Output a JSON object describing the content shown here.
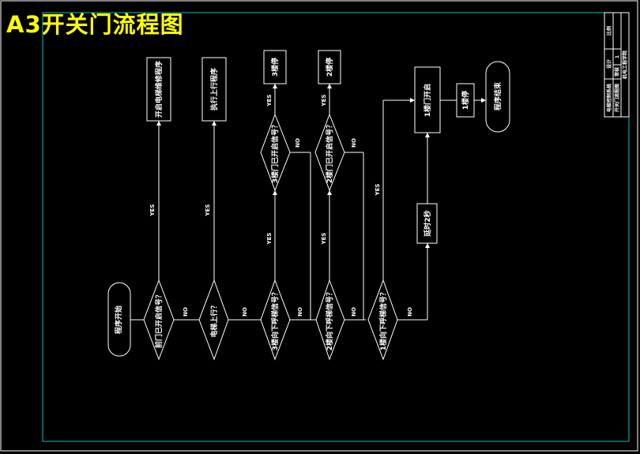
{
  "title": "A3开关门流程图",
  "nodes": {
    "start": "程序开始",
    "d1": "前门已开启信号？",
    "d2": "电梯上行？",
    "d3": "3楼向下呼梯信号？",
    "d4": "2楼向下呼梯信号？",
    "d5": "1楼向下呼梯信号？",
    "d3b": "3楼门已开启信号？",
    "d4b": "2楼门已开启信号？",
    "r1": "开启电梯维修程序",
    "r2": "执行上行程序",
    "r3": "3楼停",
    "r4": "2楼停",
    "r5": "延时2秒",
    "r6": "1楼门开启",
    "r7": "1楼停",
    "end": "程序结束"
  },
  "edge_labels": {
    "yes": "YES",
    "no": "NO"
  },
  "title_block": {
    "rows": [
      "电梯控制系统",
      "开关门流程图",
      "设计",
      "审核",
      "比例",
      "1"
    ],
    "school": "机电工程学院"
  }
}
